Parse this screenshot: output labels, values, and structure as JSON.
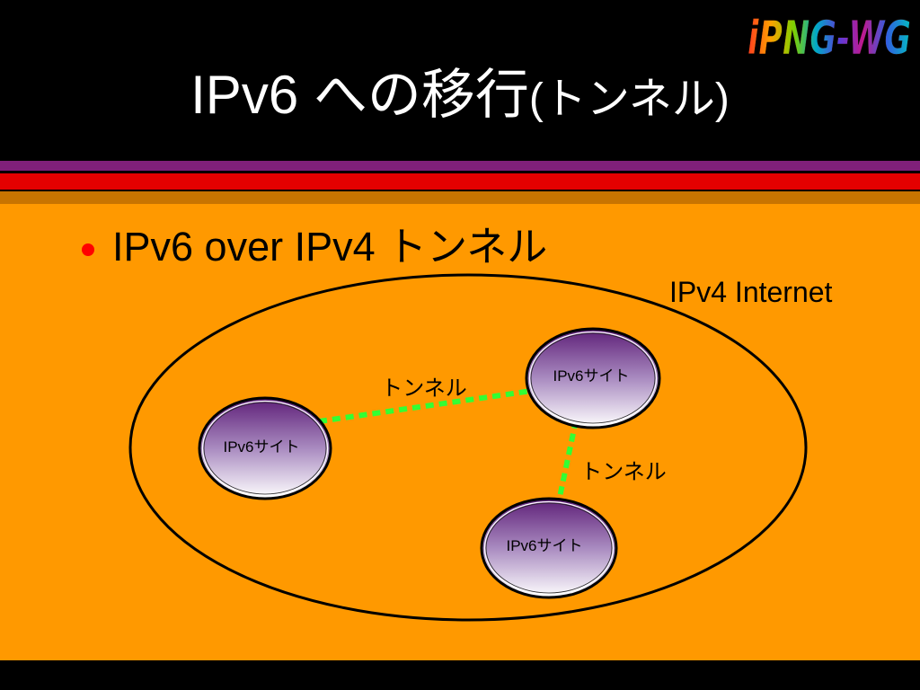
{
  "slide": {
    "title_main": "IPv6 への移行",
    "title_paren": "(トンネル)",
    "logo_text": "iPNG-WG",
    "bullet_text": "IPv6 over IPv4 トンネル"
  },
  "diagram": {
    "network_label": "IPv4 Internet",
    "sites": [
      {
        "label": "IPv6サイト"
      },
      {
        "label": "IPv6サイト"
      },
      {
        "label": "IPv6サイト"
      }
    ],
    "tunnels": [
      {
        "label": "トンネル"
      },
      {
        "label": "トンネル"
      }
    ]
  },
  "colors": {
    "header_background": "#000000",
    "slide_background": "#FF9900",
    "stripe_purple": "#80207A",
    "stripe_red": "#E40000",
    "stripe_orange": "#C87400",
    "title_text": "#FFFFFF",
    "bullet": "#FF0000",
    "network_outline": "#000000",
    "tunnel_line": "#33FF33",
    "site_gradient_top": "#5E1F78",
    "site_gradient_mid": "#A98BC0",
    "site_gradient_bottom": "#FFFFFF",
    "logo_gradient": [
      "#FF3B1F",
      "#FFA000",
      "#7FD000",
      "#00A8C8",
      "#5B3BD8",
      "#C01890",
      "#3060E0",
      "#00C0C0"
    ]
  }
}
